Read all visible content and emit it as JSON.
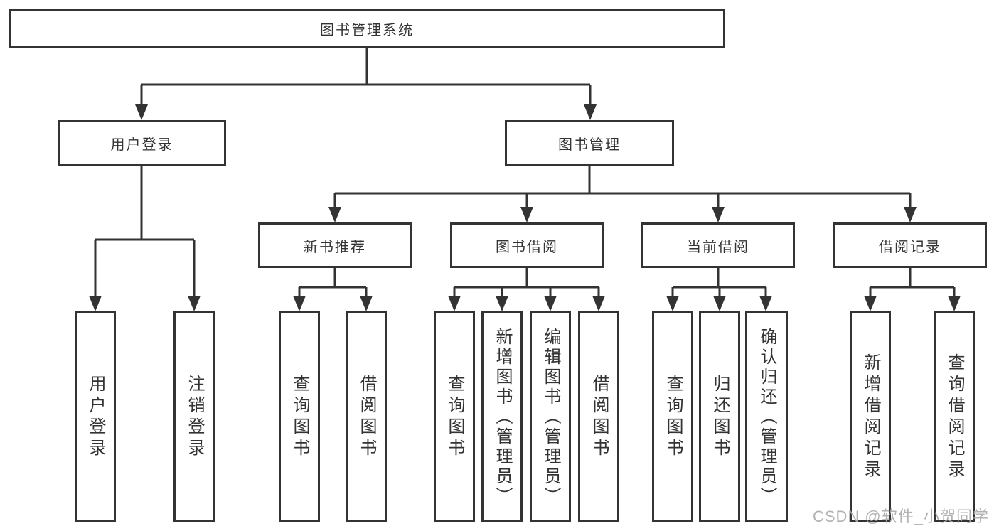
{
  "diagram": {
    "title": "图书管理系统",
    "watermark": "CSDN @软件_小贺同学",
    "colors": {
      "line": "#333333",
      "text": "#333333",
      "background": "#ffffff",
      "watermark": "#aaaaaa"
    },
    "nodes": {
      "root": "图书管理系统",
      "user_login": "用户登录",
      "book_mgmt": "图书管理",
      "new_book_rec": "新书推荐",
      "book_borrow": "图书借阅",
      "current_borrow": "当前借阅",
      "borrow_record": "借阅记录",
      "leaf_user_login": "用户登录",
      "leaf_logout": "注销登录",
      "rec_query_book": "查询图书",
      "rec_borrow_book": "借阅图书",
      "bb_query_book": "查询图书",
      "bb_add_book": "新增图书（管理员）",
      "bb_edit_book": "编辑图书（管理员）",
      "bb_borrow_book": "借阅图书",
      "cb_query_book": "查询图书",
      "cb_return_book": "归还图书",
      "cb_confirm_return": "确认归还（管理员）",
      "br_add_record": "新增借阅记录",
      "br_query_record": "查询借阅记录"
    },
    "edges": [
      {
        "from": "root",
        "to": [
          "user_login",
          "book_mgmt"
        ]
      },
      {
        "from": "user_login",
        "to": [
          "leaf_user_login",
          "leaf_logout"
        ]
      },
      {
        "from": "book_mgmt",
        "to": [
          "new_book_rec",
          "book_borrow",
          "current_borrow",
          "borrow_record"
        ]
      },
      {
        "from": "new_book_rec",
        "to": [
          "rec_query_book",
          "rec_borrow_book"
        ]
      },
      {
        "from": "book_borrow",
        "to": [
          "bb_query_book",
          "bb_add_book",
          "bb_edit_book",
          "bb_borrow_book"
        ]
      },
      {
        "from": "current_borrow",
        "to": [
          "cb_query_book",
          "cb_return_book",
          "cb_confirm_return"
        ]
      },
      {
        "from": "borrow_record",
        "to": [
          "br_add_record",
          "br_query_record"
        ]
      }
    ]
  }
}
